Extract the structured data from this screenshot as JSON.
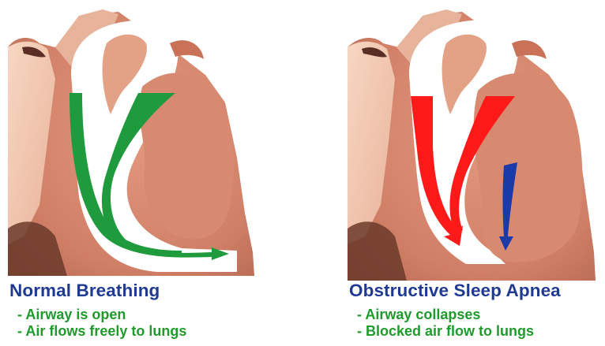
{
  "panels": [
    {
      "title": "Normal Breathing",
      "bullets": [
        "- Airway is open",
        "- Air flows freely to lungs"
      ],
      "arrow_color": "#1f9a3c"
    },
    {
      "title": "Obstructive Sleep Apnea",
      "bullets": [
        "- Airway collapses",
        "- Blocked air flow to lungs"
      ],
      "arrow_color": "#ff1a1a",
      "blocked_arrow_color": "#1a3aa8"
    }
  ],
  "colors": {
    "title": "#1f3a93",
    "bullet": "#1f9a2c",
    "skin": "#d4866c",
    "skin_light": "#f2c9b0",
    "airway": "#ffffff"
  }
}
